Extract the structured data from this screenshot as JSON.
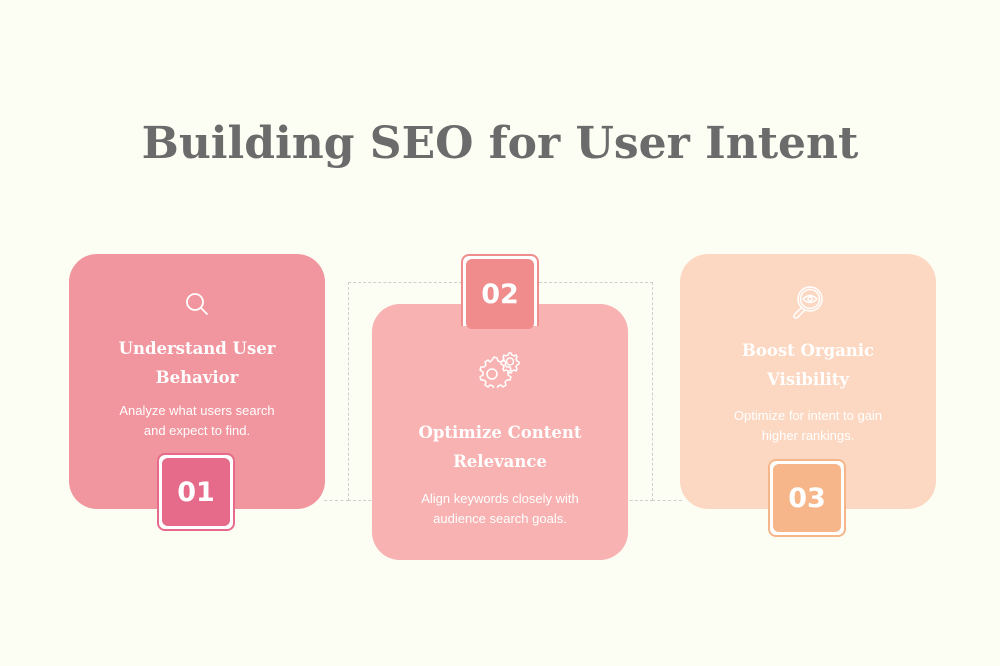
{
  "title": "Building SEO for User Intent",
  "colors": {
    "background": "#fcfef4",
    "title": "#6b6b6b",
    "card1": "#f1959e",
    "badge1": "#e66b8a",
    "card2": "#f7b2b1",
    "badge2": "#f08c8c",
    "card3": "#fcd8c2",
    "badge3": "#f7b68a"
  },
  "steps": [
    {
      "number": "01",
      "icon": "search-icon",
      "heading_line1": "Understand User",
      "heading_line2": "Behavior",
      "desc_line1": "Analyze what users search",
      "desc_line2": "and expect to find."
    },
    {
      "number": "02",
      "icon": "gears-icon",
      "heading_line1": "Optimize Content",
      "heading_line2": "Relevance",
      "desc_line1": "Align keywords closely with",
      "desc_line2": "audience search goals."
    },
    {
      "number": "03",
      "icon": "eye-magnifier-icon",
      "heading_line1": "Boost Organic",
      "heading_line2": "Visibility",
      "desc_line1": "Optimize for intent to gain",
      "desc_line2": "higher rankings."
    }
  ]
}
